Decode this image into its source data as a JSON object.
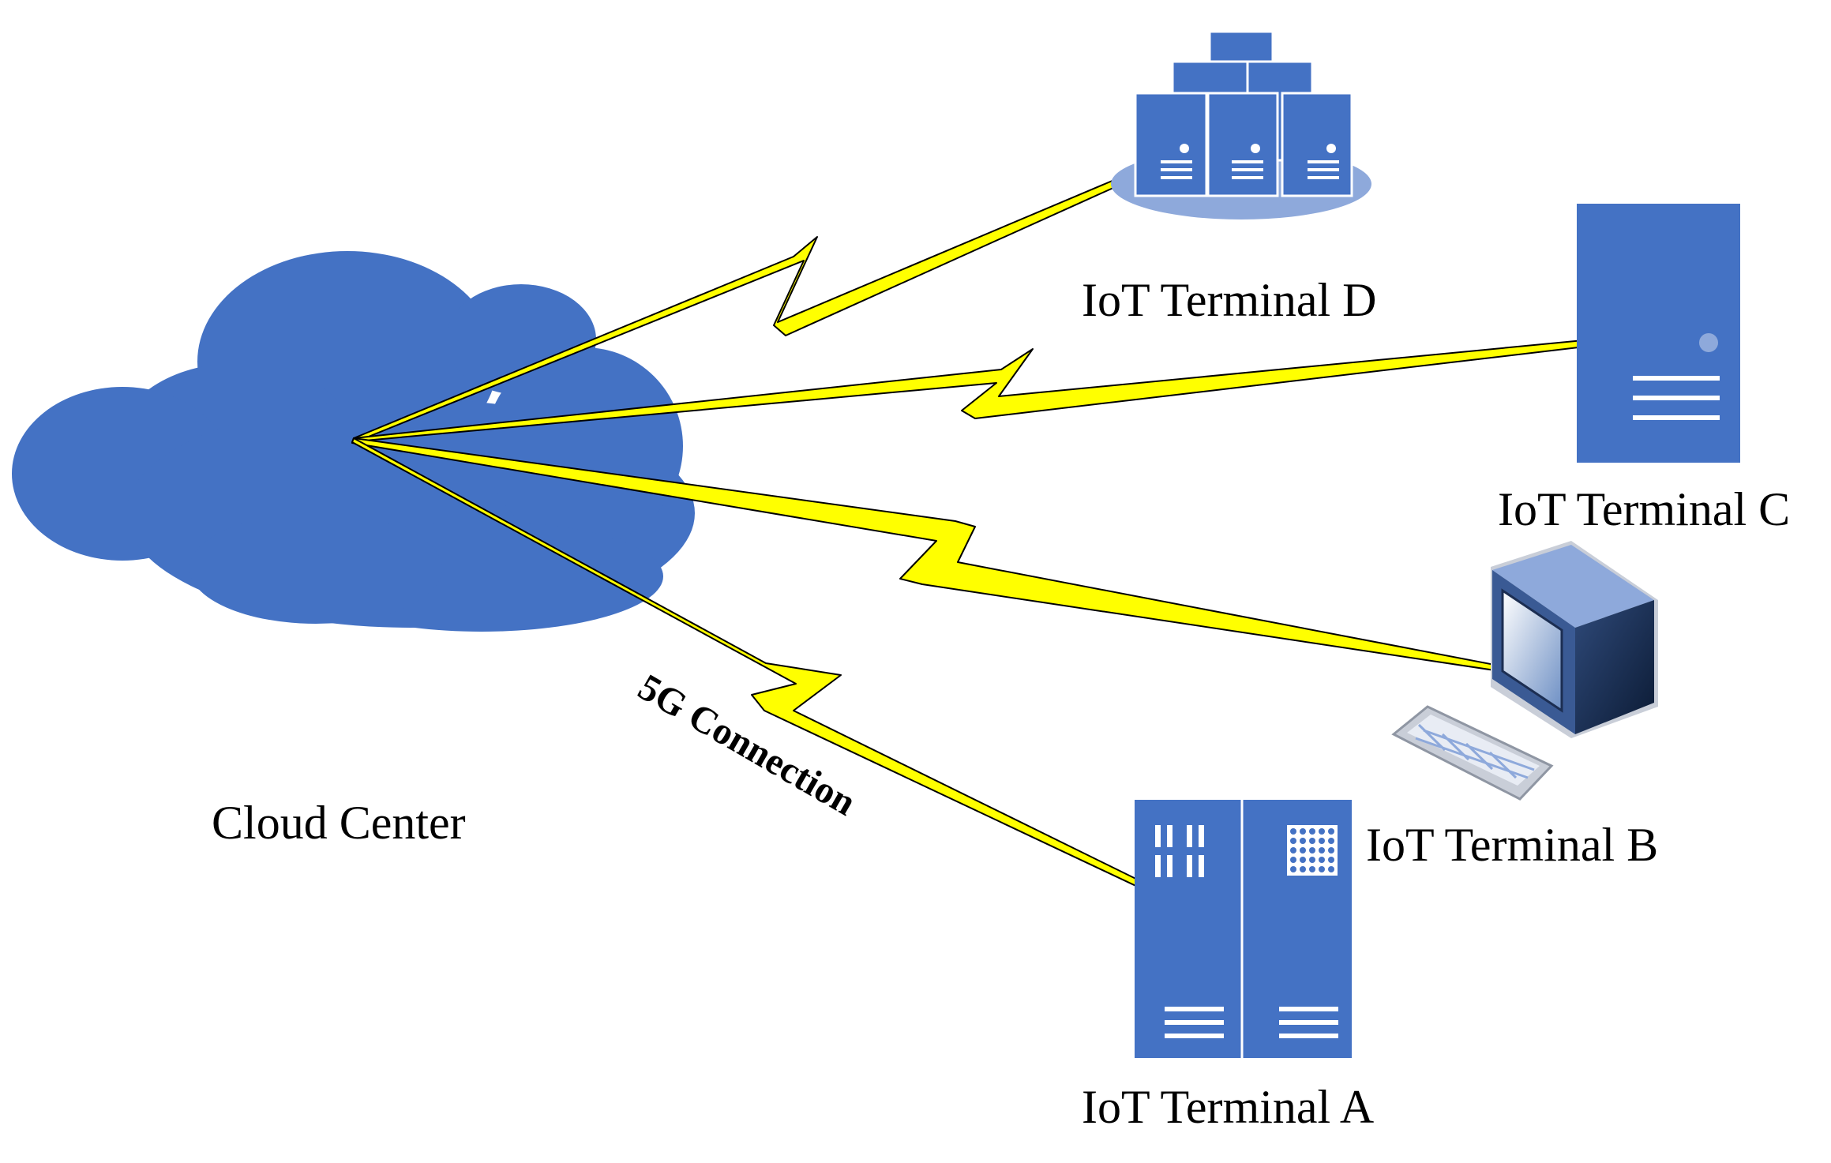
{
  "colors": {
    "node_blue": "#4472c4",
    "node_light": "#8ea9db",
    "bolt_yellow": "#ffff00",
    "bolt_outline": "#000000"
  },
  "labels": {
    "cloud": "Cloud Center",
    "terminal_a": "IoT Terminal A",
    "terminal_b": "IoT Terminal B",
    "terminal_c": "IoT Terminal C",
    "terminal_d": "IoT Terminal D",
    "connection": "5G Connection"
  },
  "icons": {
    "cloud": "cloud-icon",
    "terminal_a": "server-rack-icon",
    "terminal_b": "desktop-computer-icon",
    "terminal_c": "tower-server-icon",
    "terminal_d": "server-cluster-icon"
  }
}
